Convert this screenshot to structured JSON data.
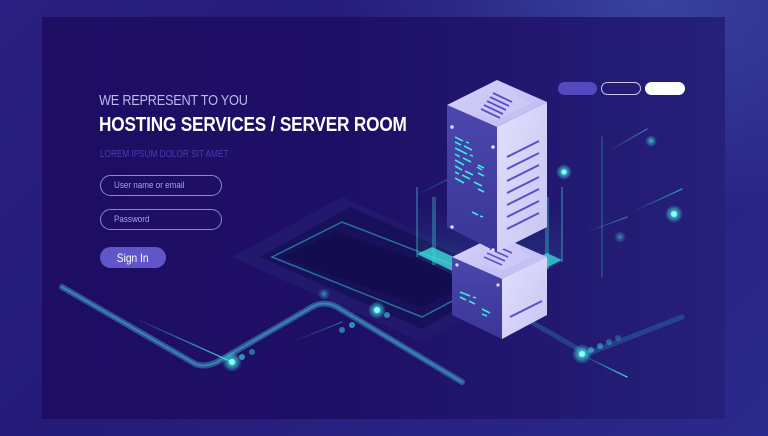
{
  "hero": {
    "eyebrow": "WE REPRESENT TO YOU",
    "title": "HOSTING SERVICES / SERVER ROOM",
    "subtitle": "LOREM IPSUM DOLOR SIT AMET"
  },
  "login_form": {
    "username": {
      "value": "",
      "placeholder": "User name or email"
    },
    "password": {
      "value": "",
      "placeholder": "Password"
    },
    "submit_label": "Sign In"
  },
  "pager": {
    "dots": [
      {
        "state": "inactive-filled",
        "color": "#5449bf"
      },
      {
        "state": "inactive-outline",
        "color": "#c9c3f2"
      },
      {
        "state": "active",
        "color": "#ffffff"
      }
    ]
  },
  "illustration": {
    "subject": "isometric server rack tower on glowing platform",
    "icons": [
      "server-tower-icon",
      "server-box-icon",
      "circuit-trace-icon",
      "glow-node-icon"
    ]
  },
  "colors": {
    "background": "#2a1f80",
    "panel": "#1d0d63",
    "accent_button": "#6156c8",
    "neon": "#3fe6e0",
    "server_light": "#dcd9fb",
    "server_dark": "#4a45a8"
  }
}
